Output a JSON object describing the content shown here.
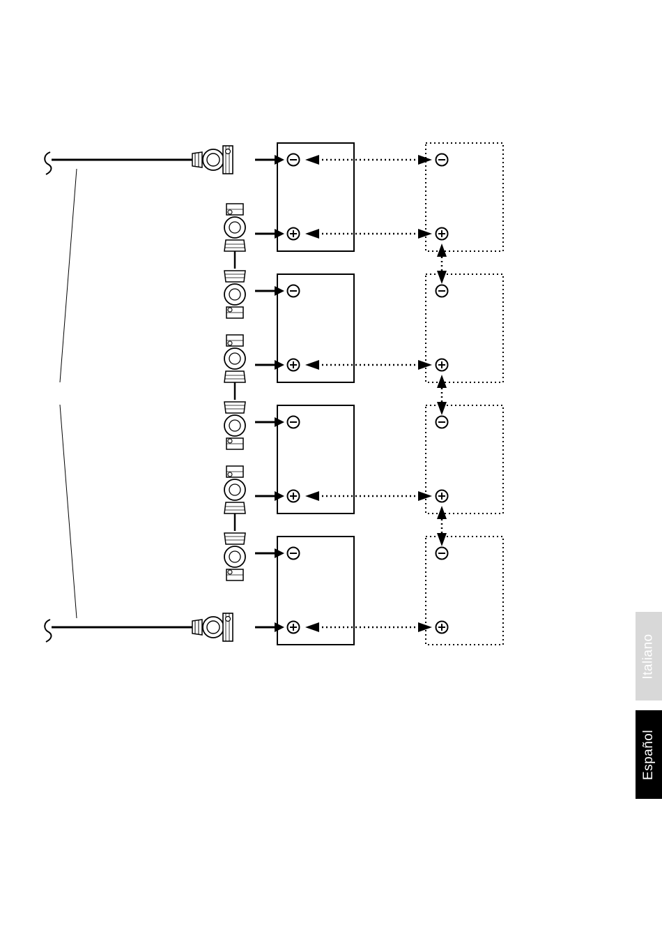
{
  "diagram": {
    "battery_count": 4,
    "terminal_symbols": {
      "negative": "⊖",
      "positive": "⊕"
    },
    "colors": {
      "line": "#000000",
      "background": "#ffffff"
    }
  },
  "tabs": [
    {
      "label": "Italiano",
      "active": false,
      "color": "#d8d8d8"
    },
    {
      "label": "Español",
      "active": true,
      "color": "#000000"
    }
  ]
}
